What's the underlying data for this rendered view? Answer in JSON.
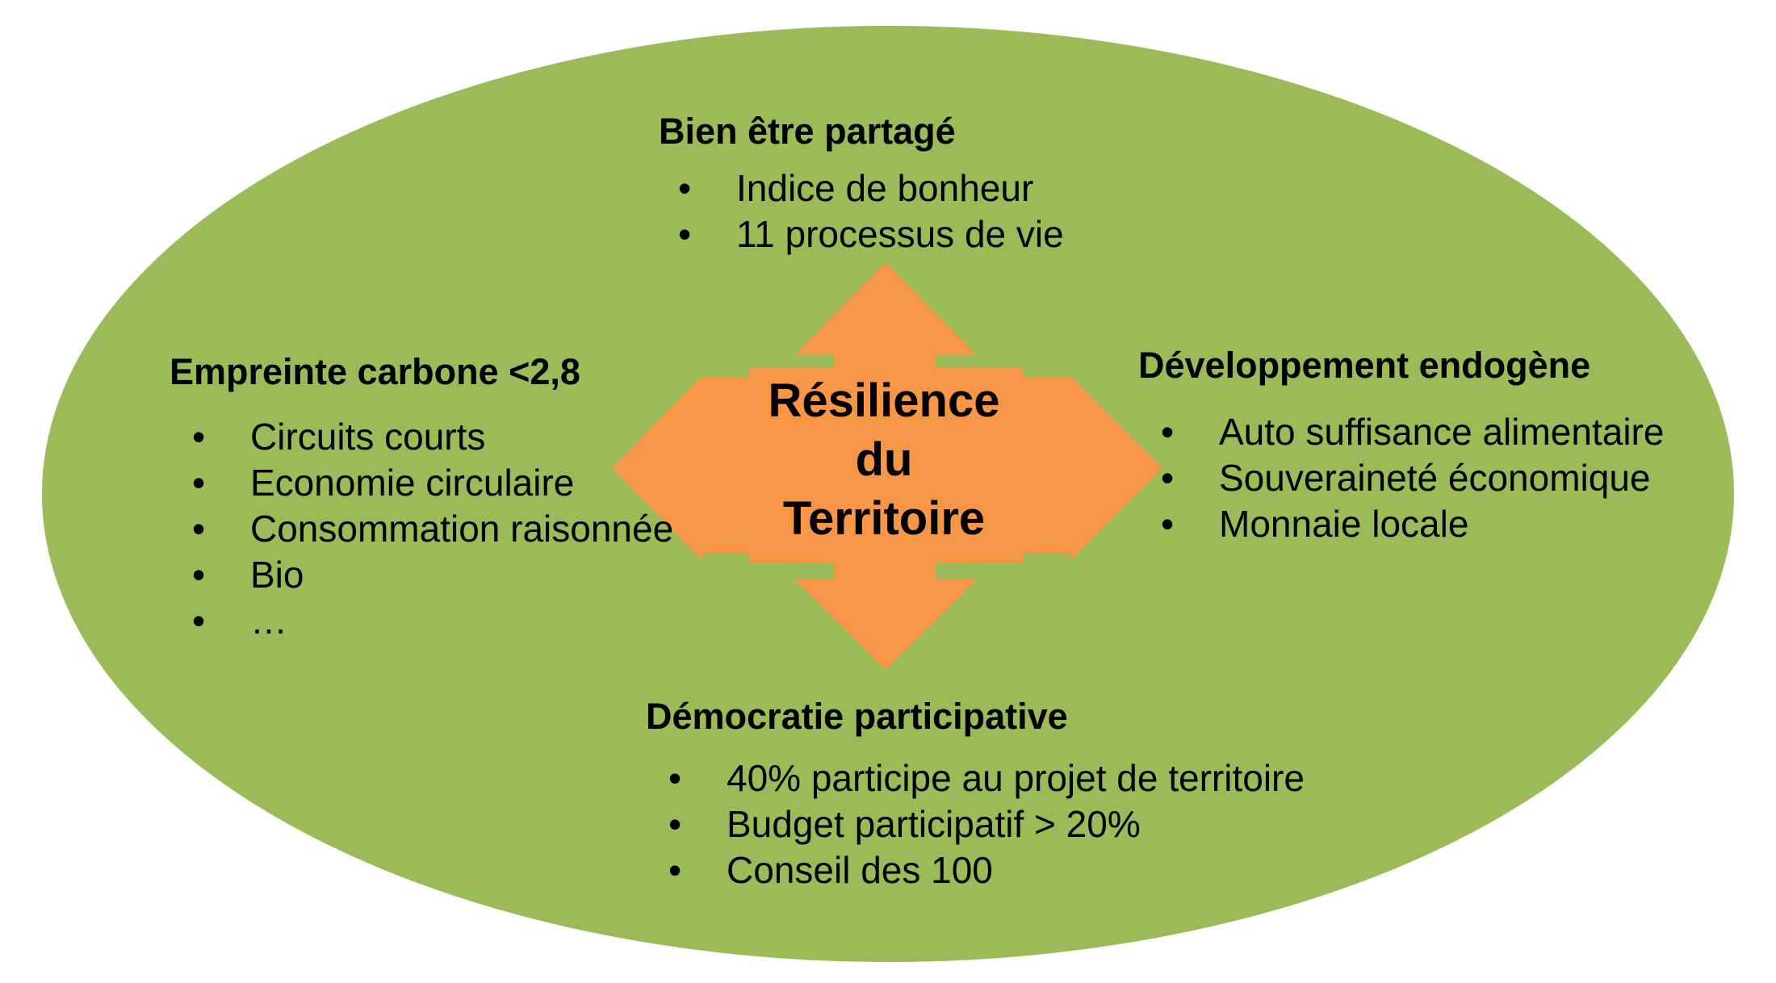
{
  "colors": {
    "ellipse": "#9bbb59",
    "arrow": "#f79646",
    "text": "#000000"
  },
  "center": {
    "lines": [
      "Résilience",
      "du",
      "Territoire"
    ]
  },
  "top": {
    "title": "Bien être partagé",
    "items": [
      "Indice de bonheur",
      "11 processus de vie"
    ]
  },
  "left": {
    "title": "Empreinte carbone <2,8",
    "items": [
      "Circuits courts",
      "Economie circulaire",
      "Consommation raisonnée",
      "Bio",
      "…"
    ]
  },
  "right": {
    "title": "Développement endogène",
    "items": [
      "Auto suffisance alimentaire",
      "Souveraineté économique",
      "Monnaie locale"
    ]
  },
  "bottom": {
    "title": "Démocratie participative",
    "items": [
      "40% participe au projet de territoire",
      "Budget participatif > 20%",
      "Conseil des 100"
    ]
  }
}
